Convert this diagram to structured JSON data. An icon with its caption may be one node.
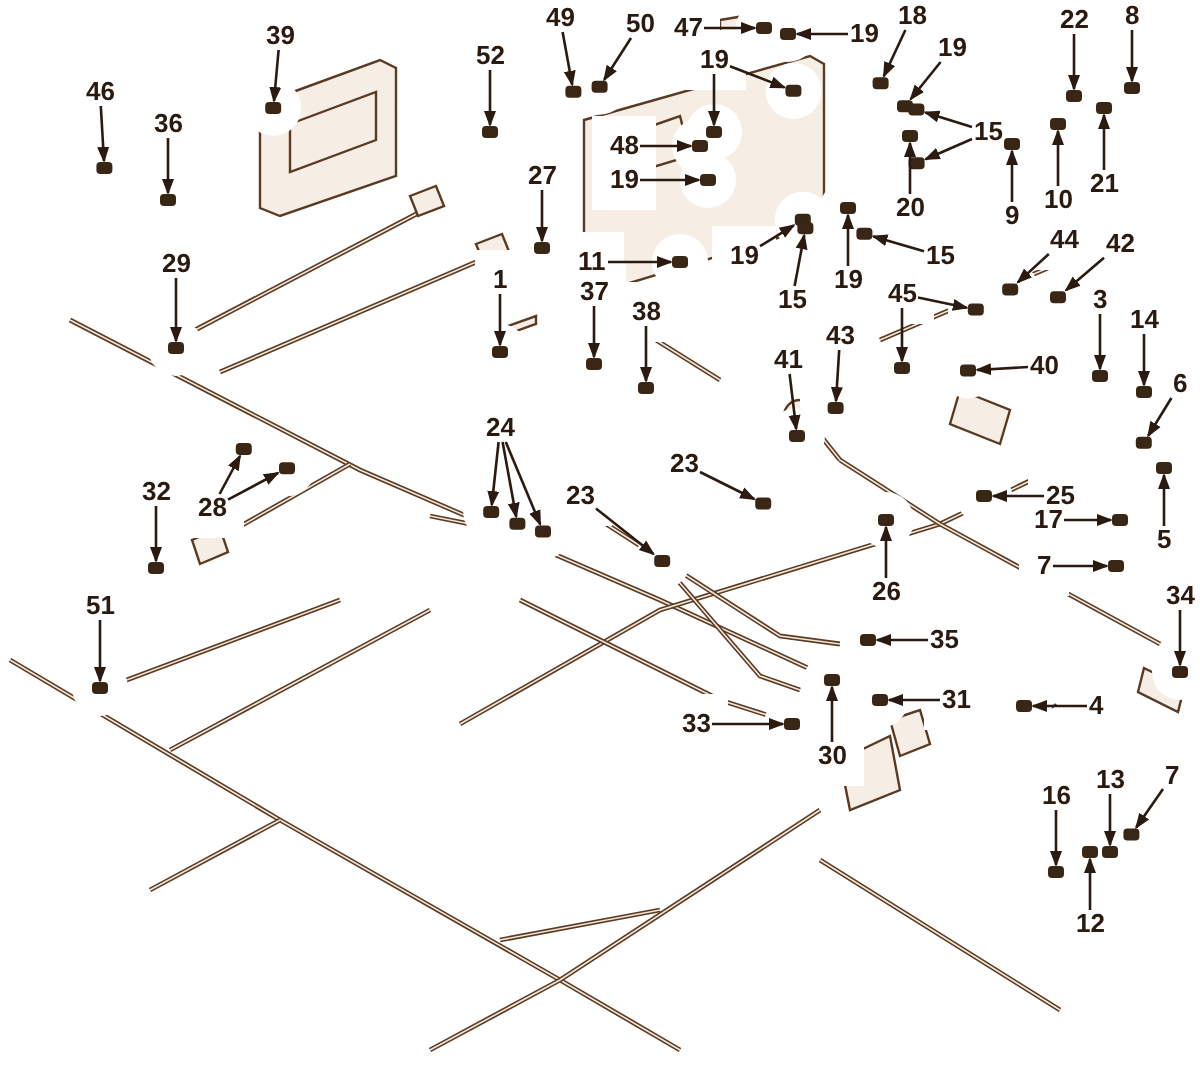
{
  "diagram": {
    "nodes": [
      {
        "text": [
          "39"
        ]
      },
      {
        "text": [
          "46"
        ]
      },
      {
        "text": [
          "36"
        ]
      },
      {
        "text": [
          "52"
        ]
      },
      {
        "text": [
          "49"
        ]
      },
      {
        "text": [
          "50"
        ]
      },
      {
        "text": [
          "47"
        ]
      },
      {
        "text": [
          "19"
        ]
      },
      {
        "text": [
          "18"
        ]
      },
      {
        "text": [
          "19"
        ]
      },
      {
        "text": [
          "19"
        ]
      },
      {
        "text": [
          "15"
        ]
      },
      {
        "text": [
          "48"
        ]
      },
      {
        "text": [
          "19"
        ]
      },
      {
        "text": [
          "20"
        ]
      },
      {
        "text": [
          "15"
        ]
      },
      {
        "text": [
          "19"
        ]
      },
      {
        "text": [
          "19"
        ]
      },
      {
        "text": [
          "15"
        ]
      },
      {
        "text": [
          "11"
        ]
      },
      {
        "text": [
          "9"
        ]
      },
      {
        "text": [
          "10"
        ]
      },
      {
        "text": [
          "21"
        ]
      },
      {
        "text": [
          "22"
        ]
      },
      {
        "text": [
          "8"
        ]
      },
      {
        "text": [
          "27"
        ]
      },
      {
        "text": [
          "29"
        ]
      },
      {
        "text": [
          "1"
        ]
      },
      {
        "text": [
          "37"
        ]
      },
      {
        "text": [
          "38"
        ]
      },
      {
        "text": [
          "44"
        ]
      },
      {
        "text": [
          "42"
        ]
      },
      {
        "text": [
          "45"
        ]
      },
      {
        "text": [
          "43"
        ]
      },
      {
        "text": [
          "41"
        ]
      },
      {
        "text": [
          "40"
        ]
      },
      {
        "text": [
          "3"
        ]
      },
      {
        "text": [
          "14"
        ]
      },
      {
        "text": [
          "6"
        ]
      },
      {
        "text": [
          "28"
        ]
      },
      {
        "text": [
          "32"
        ]
      },
      {
        "text": [
          "24"
        ]
      },
      {
        "text": [
          "23"
        ]
      },
      {
        "text": [
          "23"
        ]
      },
      {
        "text": [
          "25"
        ]
      },
      {
        "text": [
          "5"
        ]
      },
      {
        "text": [
          "17"
        ]
      },
      {
        "text": [
          "7"
        ]
      },
      {
        "text": [
          "26"
        ]
      },
      {
        "text": [
          "34"
        ]
      },
      {
        "text": [
          "35"
        ]
      },
      {
        "text": [
          "4"
        ]
      },
      {
        "text": [
          "51"
        ]
      },
      {
        "text": [
          "33"
        ]
      },
      {
        "text": [
          "30"
        ]
      },
      {
        "text": [
          "31"
        ]
      },
      {
        "text": [
          "16"
        ]
      },
      {
        "text": [
          "13"
        ]
      },
      {
        "text": [
          "7"
        ]
      },
      {
        "text": [
          "12"
        ]
      },
      {
        "text": [],
        "shape": "box"
      },
      {
        "text": [],
        "shape": "box"
      },
      {
        "text": [],
        "shape": "box"
      },
      {
        "text": [],
        "shape": "box"
      },
      {
        "text": [],
        "shape": "box"
      },
      {
        "text": [],
        "shape": "box"
      },
      {
        "text": [],
        "shape": "box"
      },
      {
        "text": [],
        "shape": "box"
      },
      {
        "text": [],
        "shape": "box"
      },
      {
        "text": [],
        "shape": "box"
      },
      {
        "text": [],
        "shape": "box"
      },
      {
        "text": [],
        "shape": "box"
      },
      {
        "text": [],
        "shape": "box"
      },
      {
        "text": [],
        "shape": "box"
      },
      {
        "text": [],
        "shape": "box"
      },
      {
        "text": [],
        "shape": "box"
      },
      {
        "text": [],
        "shape": "box"
      },
      {
        "text": [],
        "shape": "box"
      },
      {
        "text": [],
        "shape": "box"
      },
      {
        "text": [],
        "shape": "box"
      },
      {
        "text": [],
        "shape": "box"
      },
      {
        "text": [],
        "shape": "box"
      },
      {
        "text": [],
        "shape": "box"
      },
      {
        "text": [],
        "shape": "box"
      },
      {
        "text": [],
        "shape": "box"
      },
      {
        "text": [],
        "shape": "box"
      },
      {
        "text": [],
        "shape": "box"
      },
      {
        "text": [],
        "shape": "box"
      },
      {
        "text": [],
        "shape": "box"
      },
      {
        "text": [],
        "shape": "box"
      },
      {
        "text": [],
        "shape": "box"
      },
      {
        "text": [],
        "shape": "box"
      },
      {
        "text": [],
        "shape": "box"
      },
      {
        "text": [],
        "shape": "box"
      },
      {
        "text": [],
        "shape": "box"
      },
      {
        "text": [],
        "shape": "box"
      },
      {
        "text": [],
        "shape": "box"
      },
      {
        "text": [],
        "shape": "box"
      },
      {
        "text": [],
        "shape": "box"
      },
      {
        "text": [],
        "shape": "box"
      },
      {
        "text": [],
        "shape": "box"
      },
      {
        "text": [],
        "shape": "box"
      },
      {
        "text": [],
        "shape": "box"
      },
      {
        "text": [],
        "shape": "box"
      },
      {
        "text": [],
        "shape": "box"
      },
      {
        "text": [],
        "shape": "box"
      },
      {
        "text": [],
        "shape": "box"
      },
      {
        "text": [],
        "shape": "box"
      },
      {
        "text": [],
        "shape": "box"
      },
      {
        "text": [],
        "shape": "box"
      },
      {
        "text": [],
        "shape": "box"
      },
      {
        "text": [],
        "shape": "box"
      },
      {
        "text": [],
        "shape": "box"
      },
      {
        "text": [],
        "shape": "box"
      },
      {
        "text": [],
        "shape": "box"
      },
      {
        "text": [],
        "shape": "box"
      },
      {
        "text": [],
        "shape": "box"
      },
      {
        "text": [],
        "shape": "box"
      },
      {
        "text": [],
        "shape": "box"
      },
      {
        "text": [],
        "shape": "box"
      },
      {
        "text": [],
        "shape": "box"
      },
      {
        "text": [],
        "shape": "box"
      },
      {
        "text": [],
        "shape": "box"
      },
      {
        "text": [],
        "shape": "box"
      },
      {
        "text": [],
        "shape": "box"
      },
      {
        "text": [],
        "shape": "box"
      }
    ],
    "edges": [
      {
        "from": 0,
        "to": 60,
        "arrow": "to"
      },
      {
        "from": 1,
        "to": 61,
        "arrow": "to"
      },
      {
        "from": 2,
        "to": 62,
        "arrow": "to"
      },
      {
        "from": 3,
        "to": 63,
        "arrow": "to"
      },
      {
        "from": 4,
        "to": 64,
        "arrow": "to"
      },
      {
        "from": 5,
        "to": 65,
        "arrow": "to"
      },
      {
        "from": 6,
        "to": 66,
        "arrow": "to"
      },
      {
        "from": 7,
        "to": 67,
        "arrow": "to"
      },
      {
        "from": 8,
        "to": 68,
        "arrow": "to"
      },
      {
        "from": 9,
        "to": 69,
        "arrow": "to"
      },
      {
        "from": 9,
        "to": 70,
        "arrow": "to"
      },
      {
        "from": 10,
        "to": 71,
        "arrow": "to"
      },
      {
        "from": 11,
        "to": 72,
        "arrow": "to"
      },
      {
        "from": 11,
        "to": 73,
        "arrow": "to"
      },
      {
        "from": 12,
        "to": 74,
        "arrow": "to"
      },
      {
        "from": 13,
        "to": 75,
        "arrow": "to"
      },
      {
        "from": 14,
        "to": 76,
        "arrow": "to"
      },
      {
        "from": 15,
        "to": 77,
        "arrow": "to"
      },
      {
        "from": 16,
        "to": 78,
        "arrow": "to"
      },
      {
        "from": 17,
        "to": 79,
        "arrow": "to"
      },
      {
        "from": 18,
        "to": 80,
        "arrow": "to"
      },
      {
        "from": 19,
        "to": 81,
        "arrow": "to"
      },
      {
        "from": 20,
        "to": 82,
        "arrow": "to"
      },
      {
        "from": 21,
        "to": 83,
        "arrow": "to"
      },
      {
        "from": 22,
        "to": 84,
        "arrow": "to"
      },
      {
        "from": 23,
        "to": 85,
        "arrow": "to"
      },
      {
        "from": 24,
        "to": 86,
        "arrow": "to"
      },
      {
        "from": 25,
        "to": 87,
        "arrow": "to"
      },
      {
        "from": 26,
        "to": 88,
        "arrow": "to"
      },
      {
        "from": 27,
        "to": 89,
        "arrow": "to"
      },
      {
        "from": 28,
        "to": 90,
        "arrow": "to"
      },
      {
        "from": 29,
        "to": 91,
        "arrow": "to"
      },
      {
        "from": 30,
        "to": 92,
        "arrow": "to"
      },
      {
        "from": 31,
        "to": 93,
        "arrow": "to"
      },
      {
        "from": 32,
        "to": 94,
        "arrow": "to"
      },
      {
        "from": 32,
        "to": 95,
        "arrow": "to"
      },
      {
        "from": 33,
        "to": 96,
        "arrow": "to"
      },
      {
        "from": 34,
        "to": 97,
        "arrow": "to"
      },
      {
        "from": 35,
        "to": 98,
        "arrow": "to"
      },
      {
        "from": 36,
        "to": 99,
        "arrow": "to"
      },
      {
        "from": 37,
        "to": 100,
        "arrow": "to"
      },
      {
        "from": 38,
        "to": 101,
        "arrow": "to"
      },
      {
        "from": 39,
        "to": 102,
        "arrow": "to"
      },
      {
        "from": 39,
        "to": 103,
        "arrow": "to"
      },
      {
        "from": 40,
        "to": 104,
        "arrow": "to"
      },
      {
        "from": 41,
        "to": 105,
        "arrow": "to"
      },
      {
        "from": 41,
        "to": 106,
        "arrow": "to"
      },
      {
        "from": 41,
        "to": 107,
        "arrow": "to"
      },
      {
        "from": 42,
        "to": 108,
        "arrow": "to"
      },
      {
        "from": 43,
        "to": 109,
        "arrow": "to"
      },
      {
        "from": 44,
        "to": 110,
        "arrow": "to"
      },
      {
        "from": 45,
        "to": 111,
        "arrow": "to"
      },
      {
        "from": 46,
        "to": 112,
        "arrow": "to"
      },
      {
        "from": 47,
        "to": 113,
        "arrow": "to"
      },
      {
        "from": 48,
        "to": 114,
        "arrow": "to"
      },
      {
        "from": 49,
        "to": 115,
        "arrow": "to"
      },
      {
        "from": 50,
        "to": 116,
        "arrow": "to"
      },
      {
        "from": 51,
        "to": 117,
        "arrow": "to"
      },
      {
        "from": 52,
        "to": 118,
        "arrow": "to"
      },
      {
        "from": 53,
        "to": 119,
        "arrow": "to"
      },
      {
        "from": 54,
        "to": 120,
        "arrow": "to"
      },
      {
        "from": 55,
        "to": 121,
        "arrow": "to"
      },
      {
        "from": 56,
        "to": 122,
        "arrow": "to"
      },
      {
        "from": 57,
        "to": 123,
        "arrow": "to"
      },
      {
        "from": 58,
        "to": 124,
        "arrow": "to"
      },
      {
        "from": 59,
        "to": 125,
        "arrow": "to"
      }
    ]
  }
}
